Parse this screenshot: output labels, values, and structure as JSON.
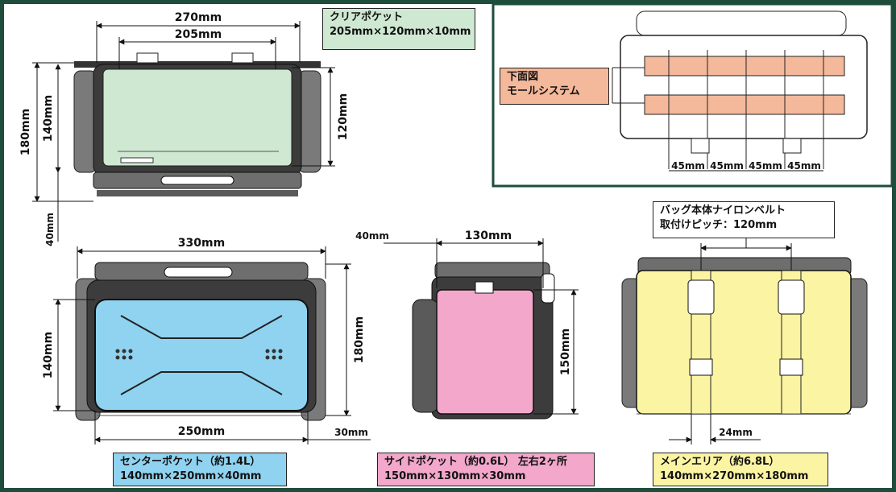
{
  "colors": {
    "frame_border": "#1e4d3c",
    "clear_pocket": "#cfe8d2",
    "center_pocket": "#8fd3f0",
    "side_pocket": "#f2a7cb",
    "main_area": "#fbf4a3",
    "molle_belt": "#f4b89a",
    "bag_gray": "#6e6e6e"
  },
  "top_view": {
    "width_outer": "270mm",
    "width_inner": "205mm",
    "height_outer": "180mm",
    "height_body": "140mm",
    "pocket_height": "120mm",
    "bottom_offset": "40mm"
  },
  "clear_pocket_label": {
    "title": "クリアポケット",
    "size": "205mm×120mm×10mm"
  },
  "bottom_view": {
    "title_line1": "下面図",
    "title_line2": "モールシステム",
    "pitch": [
      "45mm",
      "45mm",
      "45mm",
      "45mm"
    ]
  },
  "front_view": {
    "width_outer": "330mm",
    "width_pocket": "250mm",
    "height_left": "140mm",
    "height_right": "180mm",
    "offset": "30mm"
  },
  "side_view": {
    "depth": "130mm",
    "offset": "40mm",
    "height": "150mm"
  },
  "back_view": {
    "belt_note_line1": "バッグ本体ナイロンベルト",
    "belt_note_line2": "取付けピッチ：120mm",
    "belt_width": "24mm"
  },
  "legend": {
    "center": {
      "line1": "センターポケット（約1.4L）",
      "line2": "140mm×250mm×40mm"
    },
    "side": {
      "line1": "サイドポケット（約0.6L） 左右2ヶ所",
      "line2": "150mm×130mm×30mm"
    },
    "main": {
      "line1": "メインエリア（約6.8L）",
      "line2": "140mm×270mm×180mm"
    }
  }
}
